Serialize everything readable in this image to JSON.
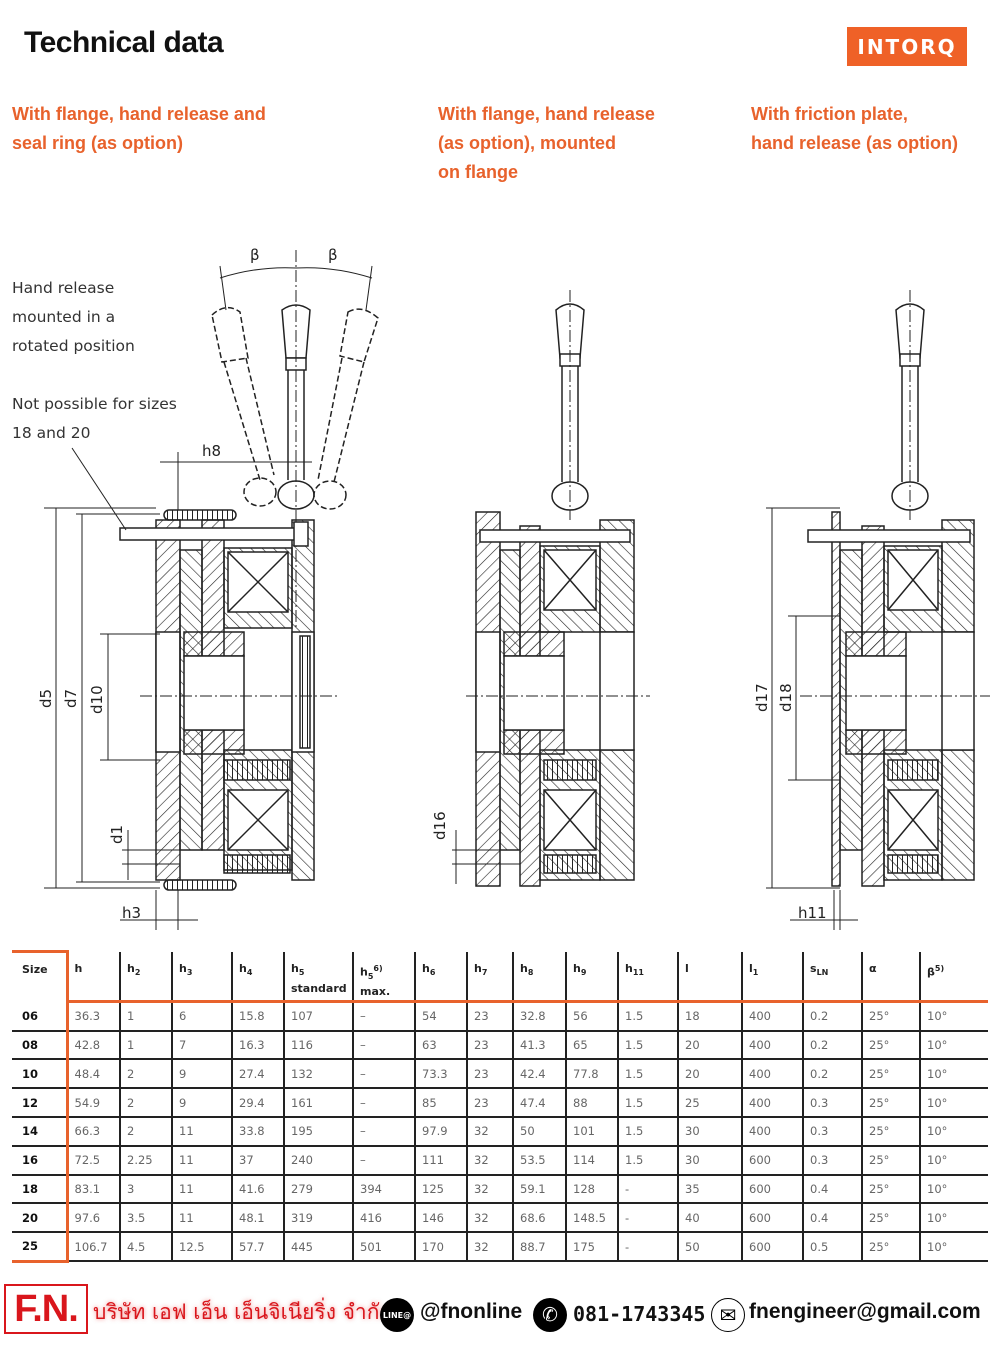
{
  "header": {
    "title": "Technical data",
    "brand": "INTORQ",
    "brand_color": "#ef6127"
  },
  "variants": [
    {
      "lines": [
        "With flange, hand release and",
        "seal ring (as option)"
      ]
    },
    {
      "lines": [
        "With flange, hand release",
        "(as option), mounted",
        "on flange"
      ]
    },
    {
      "lines": [
        "With friction plate,",
        "hand release (as option)"
      ]
    }
  ],
  "notes": {
    "hand_release": [
      "Hand release",
      "mounted in a",
      "rotated position"
    ],
    "not_possible": [
      "Not possible for sizes",
      "18 and 20"
    ]
  },
  "drawing_labels": {
    "beta_left": "β",
    "beta_right": "β",
    "h8": "h8",
    "d5": "d5",
    "d7": "d7",
    "d10": "d10",
    "d1": "d1",
    "h3": "h3",
    "d16": "d16",
    "d17": "d17",
    "d18": "d18",
    "h11": "h11"
  },
  "table": {
    "headers": [
      {
        "main": "Size",
        "sub": "",
        "sup": "",
        "extra": ""
      },
      {
        "main": "h",
        "sub": "",
        "sup": "",
        "extra": ""
      },
      {
        "main": "h",
        "sub": "2",
        "sup": "",
        "extra": ""
      },
      {
        "main": "h",
        "sub": "3",
        "sup": "",
        "extra": ""
      },
      {
        "main": "h",
        "sub": "4",
        "sup": "",
        "extra": ""
      },
      {
        "main": "h",
        "sub": "5",
        "sup": "",
        "extra": "standard"
      },
      {
        "main": "h",
        "sub": "5",
        "sup": "6)",
        "extra": "max."
      },
      {
        "main": "h",
        "sub": "6",
        "sup": "",
        "extra": ""
      },
      {
        "main": "h",
        "sub": "7",
        "sup": "",
        "extra": ""
      },
      {
        "main": "h",
        "sub": "8",
        "sup": "",
        "extra": ""
      },
      {
        "main": "h",
        "sub": "9",
        "sup": "",
        "extra": ""
      },
      {
        "main": "h",
        "sub": "11",
        "sup": "",
        "extra": ""
      },
      {
        "main": "l",
        "sub": "",
        "sup": "",
        "extra": ""
      },
      {
        "main": "l",
        "sub": "1",
        "sup": "",
        "extra": ""
      },
      {
        "main": "s",
        "sub": "LN",
        "sup": "",
        "extra": ""
      },
      {
        "main": "α",
        "sub": "",
        "sup": "",
        "extra": ""
      },
      {
        "main": "β",
        "sub": "",
        "sup": "5)",
        "extra": ""
      }
    ],
    "rows": [
      [
        "06",
        "36.3",
        "1",
        "6",
        "15.8",
        "107",
        "–",
        "54",
        "23",
        "32.8",
        "56",
        "1.5",
        "18",
        "400",
        "0.2",
        "25°",
        "10°"
      ],
      [
        "08",
        "42.8",
        "1",
        "7",
        "16.3",
        "116",
        "–",
        "63",
        "23",
        "41.3",
        "65",
        "1.5",
        "20",
        "400",
        "0.2",
        "25°",
        "10°"
      ],
      [
        "10",
        "48.4",
        "2",
        "9",
        "27.4",
        "132",
        "–",
        "73.3",
        "23",
        "42.4",
        "77.8",
        "1.5",
        "20",
        "400",
        "0.2",
        "25°",
        "10°"
      ],
      [
        "12",
        "54.9",
        "2",
        "9",
        "29.4",
        "161",
        "–",
        "85",
        "23",
        "47.4",
        "88",
        "1.5",
        "25",
        "400",
        "0.3",
        "25°",
        "10°"
      ],
      [
        "14",
        "66.3",
        "2",
        "11",
        "33.8",
        "195",
        "–",
        "97.9",
        "32",
        "50",
        "101",
        "1.5",
        "30",
        "400",
        "0.3",
        "25°",
        "10°"
      ],
      [
        "16",
        "72.5",
        "2.25",
        "11",
        "37",
        "240",
        "–",
        "111",
        "32",
        "53.5",
        "114",
        "1.5",
        "30",
        "600",
        "0.3",
        "25°",
        "10°"
      ],
      [
        "18",
        "83.1",
        "3",
        "11",
        "41.6",
        "279",
        "394",
        "125",
        "32",
        "59.1",
        "128",
        "-",
        "35",
        "600",
        "0.4",
        "25°",
        "10°"
      ],
      [
        "20",
        "97.6",
        "3.5",
        "11",
        "48.1",
        "319",
        "416",
        "146",
        "32",
        "68.6",
        "148.5",
        "-",
        "40",
        "600",
        "0.4",
        "25°",
        "10°"
      ],
      [
        "25",
        "106.7",
        "4.5",
        "12.5",
        "57.7",
        "445",
        "501",
        "170",
        "32",
        "88.7",
        "175",
        "-",
        "50",
        "600",
        "0.5",
        "25°",
        "10°"
      ]
    ],
    "accent_color": "#e8622c"
  },
  "footer": {
    "logo": "F.N.",
    "company": "บริษัท เอฟ เอ็น เอ็นจิเนียริ่ง จำกัด",
    "line_badge": "LINE@",
    "line_id": "@fnonline",
    "phone": "081-1743345",
    "email": "fnengineer@gmail.com",
    "accent_color": "#d9161c"
  }
}
